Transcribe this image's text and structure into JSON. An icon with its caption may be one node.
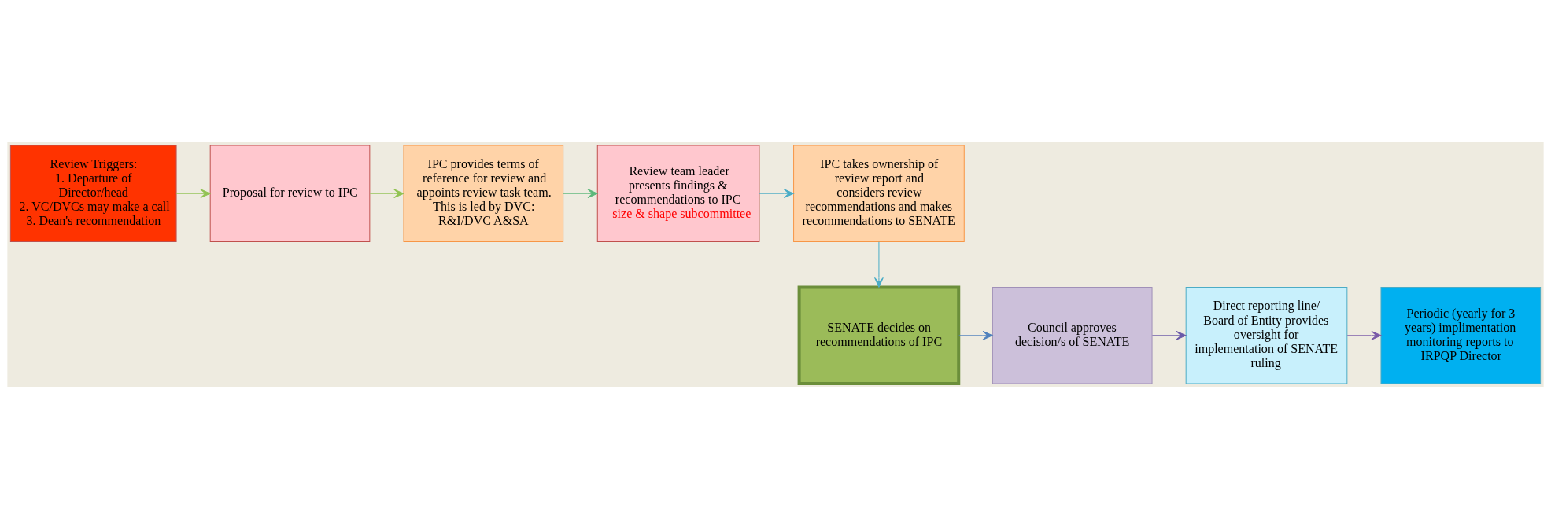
{
  "diagram": {
    "nodes": [
      {
        "text": [
          "Review Triggers:",
          "1. Departure of Director/head",
          "2. VC/DVCs may make a call",
          "3. Dean's recommendation"
        ]
      },
      {
        "text": [
          "Proposal for review to IPC"
        ]
      },
      {
        "text": [
          "IPC provides terms of reference for review and appoints review task team. This is led by DVC: R&I/DVC A&SA"
        ]
      },
      {
        "text": [
          "Review team leader presents findings & recommendations to IPC",
          "_size & shape subcommittee"
        ]
      },
      {
        "text": [
          "IPC takes ownership of review report and considers review recommendations and makes recommendations to SENATE"
        ]
      },
      {
        "text": [
          "SENATE decides on recommendations of IPC"
        ]
      },
      {
        "text": [
          "Council approves decision/s of SENATE"
        ]
      },
      {
        "text": [
          "Direct reporting line/ Board of Entity provides oversight for implementation of SENATE ruling"
        ]
      },
      {
        "text": [
          "Periodic (yearly for 3 years) implimentation monitoring reports to IRPQP Director"
        ]
      }
    ],
    "edges": [
      {
        "from": 0,
        "to": 1,
        "arrow": "to",
        "color": "#92c353"
      },
      {
        "from": 1,
        "to": 2,
        "arrow": "to",
        "color": "#92c353"
      },
      {
        "from": 2,
        "to": 3,
        "arrow": "to",
        "color": "#5cb87a"
      },
      {
        "from": 3,
        "to": 4,
        "arrow": "to",
        "color": "#4bacc6"
      },
      {
        "from": 4,
        "to": 5,
        "arrow": "to",
        "color": "#4bacc6"
      },
      {
        "from": 5,
        "to": 6,
        "arrow": "to",
        "color": "#4f81bd"
      },
      {
        "from": 6,
        "to": 7,
        "arrow": "to",
        "color": "#6a5aa8"
      },
      {
        "from": 7,
        "to": 8,
        "arrow": "to",
        "color": "#7a5aa8"
      }
    ]
  }
}
